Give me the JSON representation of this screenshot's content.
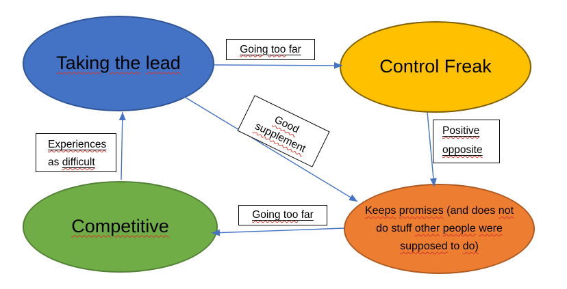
{
  "nodes": {
    "taking_the_lead": {
      "w1": "Taking the",
      "sp": " ",
      "w2": "lead",
      "fill": "#4472C4",
      "border": "#2F5597"
    },
    "control_freak": {
      "label": "Control Freak",
      "fill": "#FFC000",
      "border": "#7F6000"
    },
    "competitive": {
      "label": "Competitive",
      "fill": "#70AD47",
      "border": "#538135"
    },
    "keeps_promises": {
      "fill": "#ED7D31",
      "border": "#AE5A21",
      "line1": {
        "w1": "Keeps",
        "t1": " ",
        "w2": "promises",
        "t2": " (and does ",
        "w3": "not"
      },
      "line2": {
        "t1": "do stuff ",
        "w1": "other",
        "t2": " ",
        "w2": "people",
        "t3": " ",
        "w3": "were"
      },
      "line3": {
        "w1": "supposed",
        "t1": " to ",
        "w2": "do)"
      }
    }
  },
  "edge_labels": {
    "going_too_far_top": {
      "wavy": "Going too",
      "plain": " far"
    },
    "good_supplement": {
      "line1": "Good",
      "line2": "supplement"
    },
    "experiences_as_difficult": {
      "line1": "Experiences",
      "line2_plain": "as ",
      "line2_wavy": "difficult"
    },
    "positive_opposite": {
      "line1": "Positive",
      "line2": "opposite"
    },
    "going_too_far_bottom": {
      "wavy": "Going too",
      "plain": " far"
    }
  },
  "colors": {
    "connector": "#4472C4",
    "spellcheck_squiggle": "#d3362a",
    "label_box_border": "#000000",
    "background": "#ffffff",
    "text": "#000000"
  }
}
